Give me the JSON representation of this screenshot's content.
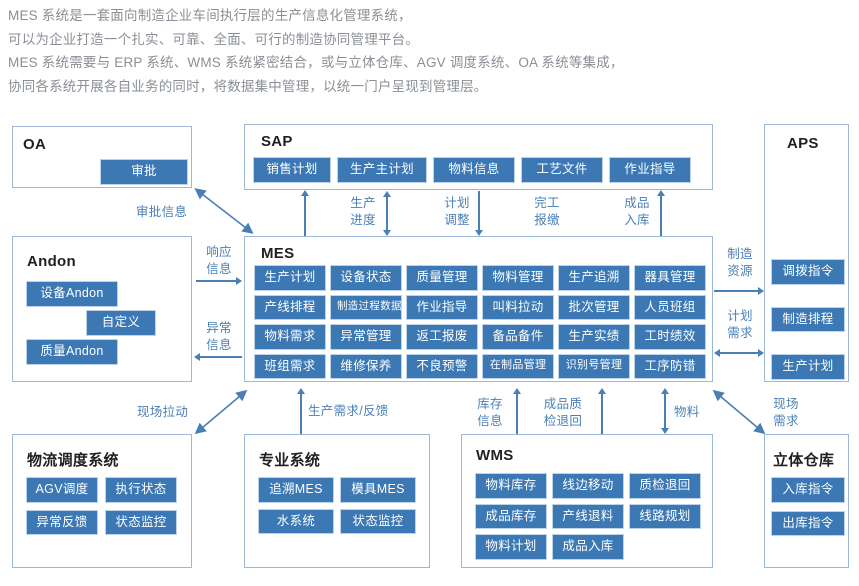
{
  "intro": {
    "lines": [
      "MES 系统是一套面向制造企业车间执行层的生产信息化管理系统，",
      "可以为企业打造一个扎实、可靠、全面、可行的制造协同管理平台。",
      "MES 系统需要与 ERP 系统、WMS 系统紧密结合，或与立体仓库、AGV 调度系统、OA 系统等集成，",
      "协同各系统开展各自业务的同时，将数据集中管理，以统一门户呈现到管理层。"
    ]
  },
  "colors": {
    "chip_fill": "#3b78b4",
    "chip_border": "#bcd3e8",
    "box_border": "#9cb8d6",
    "arrow": "#4a7fb5",
    "intro_text": "#8a8f96",
    "title_text": "#231f20"
  },
  "boxes": {
    "oa": {
      "title": "OA",
      "chips": [
        "审批"
      ]
    },
    "sap": {
      "title": "SAP",
      "chips": [
        "销售计划",
        "生产主计划",
        "物料信息",
        "工艺文件",
        "作业指导"
      ]
    },
    "aps": {
      "title": "APS",
      "chips": [
        "调拨指令",
        "制造排程",
        "生产计划"
      ]
    },
    "andon": {
      "title": "Andon",
      "chips": [
        "设备Andon",
        "自定义",
        "质量Andon"
      ]
    },
    "mes": {
      "title": "MES",
      "chips": [
        "生产计划",
        "设备状态",
        "质量管理",
        "物料管理",
        "生产追溯",
        "器具管理",
        "产线排程",
        "制造过程数据",
        "作业指导",
        "叫料拉动",
        "批次管理",
        "人员班组",
        "物料需求",
        "异常管理",
        "返工报废",
        "备品备件",
        "生产实绩",
        "工时绩效",
        "班组需求",
        "维修保养",
        "不良预警",
        "在制品管理",
        "识别号管理",
        "工序防错"
      ]
    },
    "logistics": {
      "title": "物流调度系统",
      "chips": [
        "AGV调度",
        "执行状态",
        "异常反馈",
        "状态监控"
      ]
    },
    "special": {
      "title": "专业系统",
      "chips": [
        "追溯MES",
        "模具MES",
        "水系统",
        "状态监控"
      ]
    },
    "wms": {
      "title": "WMS",
      "chips": [
        "物料库存",
        "线边移动",
        "质检退回",
        "成品库存",
        "产线退料",
        "线路规划",
        "物料计划",
        "成品入库"
      ]
    },
    "warehouse": {
      "title": "立体仓库",
      "chips": [
        "入库指令",
        "出库指令"
      ]
    }
  },
  "flows": {
    "approval_info": "审批信息",
    "response_info_l1": "响应",
    "response_info_l2": "信息",
    "exception_info_l1": "异常",
    "exception_info_l2": "信息",
    "prod_progress_l1": "生产",
    "prod_progress_l2": "进度",
    "plan_adjust_l1": "计划",
    "plan_adjust_l2": "调整",
    "finish_report_l1": "完工",
    "finish_report_l2": "报缴",
    "finished_stock_l1": "成品",
    "finished_stock_l2": "入库",
    "mfg_resource_l1": "制造",
    "mfg_resource_l2": "资源",
    "plan_demand_l1": "计划",
    "plan_demand_l2": "需求",
    "site_pull": "现场拉动",
    "prod_demand_feedback": "生产需求/反馈",
    "stock_info_l1": "库存",
    "stock_info_l2": "信息",
    "fg_qc_return_l1": "成品质",
    "fg_qc_return_l2": "检退回",
    "material": "物料",
    "site_demand_l1": "现场",
    "site_demand_l2": "需求"
  }
}
